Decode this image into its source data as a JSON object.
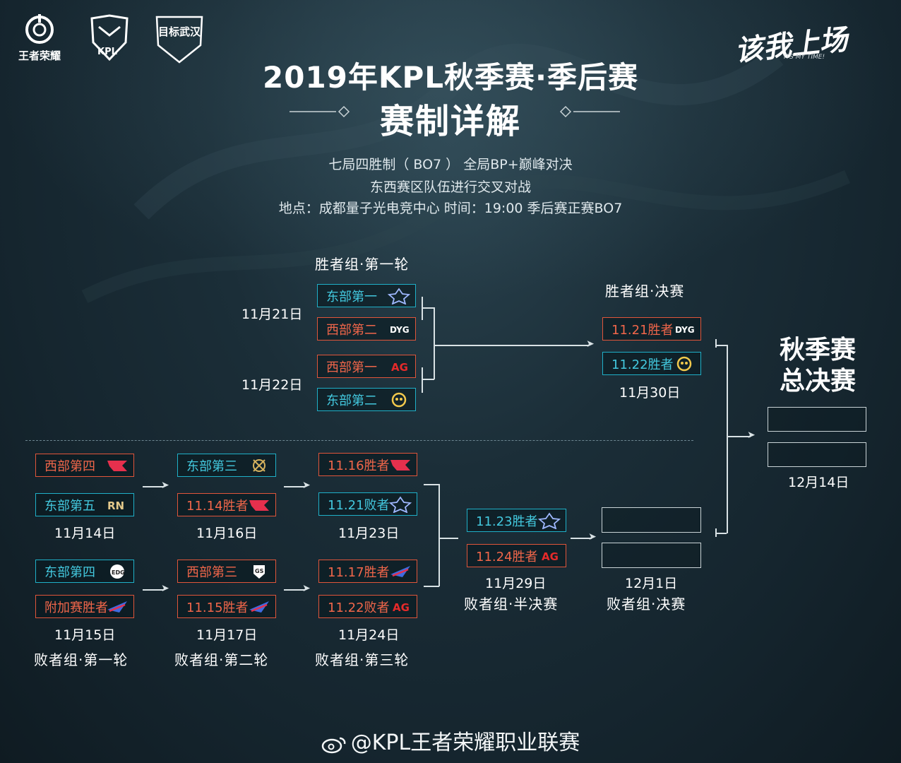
{
  "header": {
    "logos": [
      "王者荣耀",
      "KPL",
      "目标武汉"
    ],
    "title_line1": "2019年KPL秋季赛·季后赛",
    "title_line2": "赛制详解",
    "info_line1": "七局四胜制（ BO7 ） 全局BP+巅峰对决",
    "info_line2": "东西赛区队伍进行交叉对战",
    "info_line3": "地点：成都量子光电竞中心  时间：19:00 季后赛正赛BO7",
    "slogan": "该我上场",
    "slogan_sub": "ITS MY TIME!"
  },
  "winners": {
    "round1_label": "胜者组·第一轮",
    "final_label": "胜者组·决赛",
    "date_1121": "11月21日",
    "date_1122": "11月22日",
    "final_date": "11月30日",
    "r1": [
      "东部第一",
      "西部第二",
      "西部第一",
      "东部第二"
    ],
    "final": [
      "11.21胜者",
      "11.22胜者"
    ]
  },
  "grand_final": {
    "title_line1": "秋季赛",
    "title_line2": "总决赛",
    "date": "12月14日"
  },
  "losers": {
    "round1": {
      "teams_a": [
        "西部第四",
        "东部第五"
      ],
      "date_a": "11月14日",
      "teams_b": [
        "东部第四",
        "附加赛胜者"
      ],
      "date_b": "11月15日",
      "label": "败者组·第一轮"
    },
    "round2": {
      "teams_a": [
        "东部第三",
        "11.14胜者"
      ],
      "date_a": "11月16日",
      "teams_b": [
        "西部第三",
        "11.15胜者"
      ],
      "date_b": "11月17日",
      "label": "败者组·第二轮"
    },
    "round3": {
      "teams_a": [
        "11.16胜者",
        "11.21败者"
      ],
      "date_a": "11月23日",
      "teams_b": [
        "11.17胜者",
        "11.22败者"
      ],
      "date_b": "11月24日",
      "label": "败者组·第三轮"
    },
    "semi": {
      "teams": [
        "11.23胜者",
        "11.24胜者"
      ],
      "date": "11月29日",
      "label": "败者组·半决赛"
    },
    "final": {
      "date": "12月1日",
      "label": "败者组·决赛"
    }
  },
  "footer": "@KPL王者荣耀职业联赛",
  "colors": {
    "cyan": "#1fb0c8",
    "red": "#e0553a",
    "line": "#d9e2e5"
  }
}
